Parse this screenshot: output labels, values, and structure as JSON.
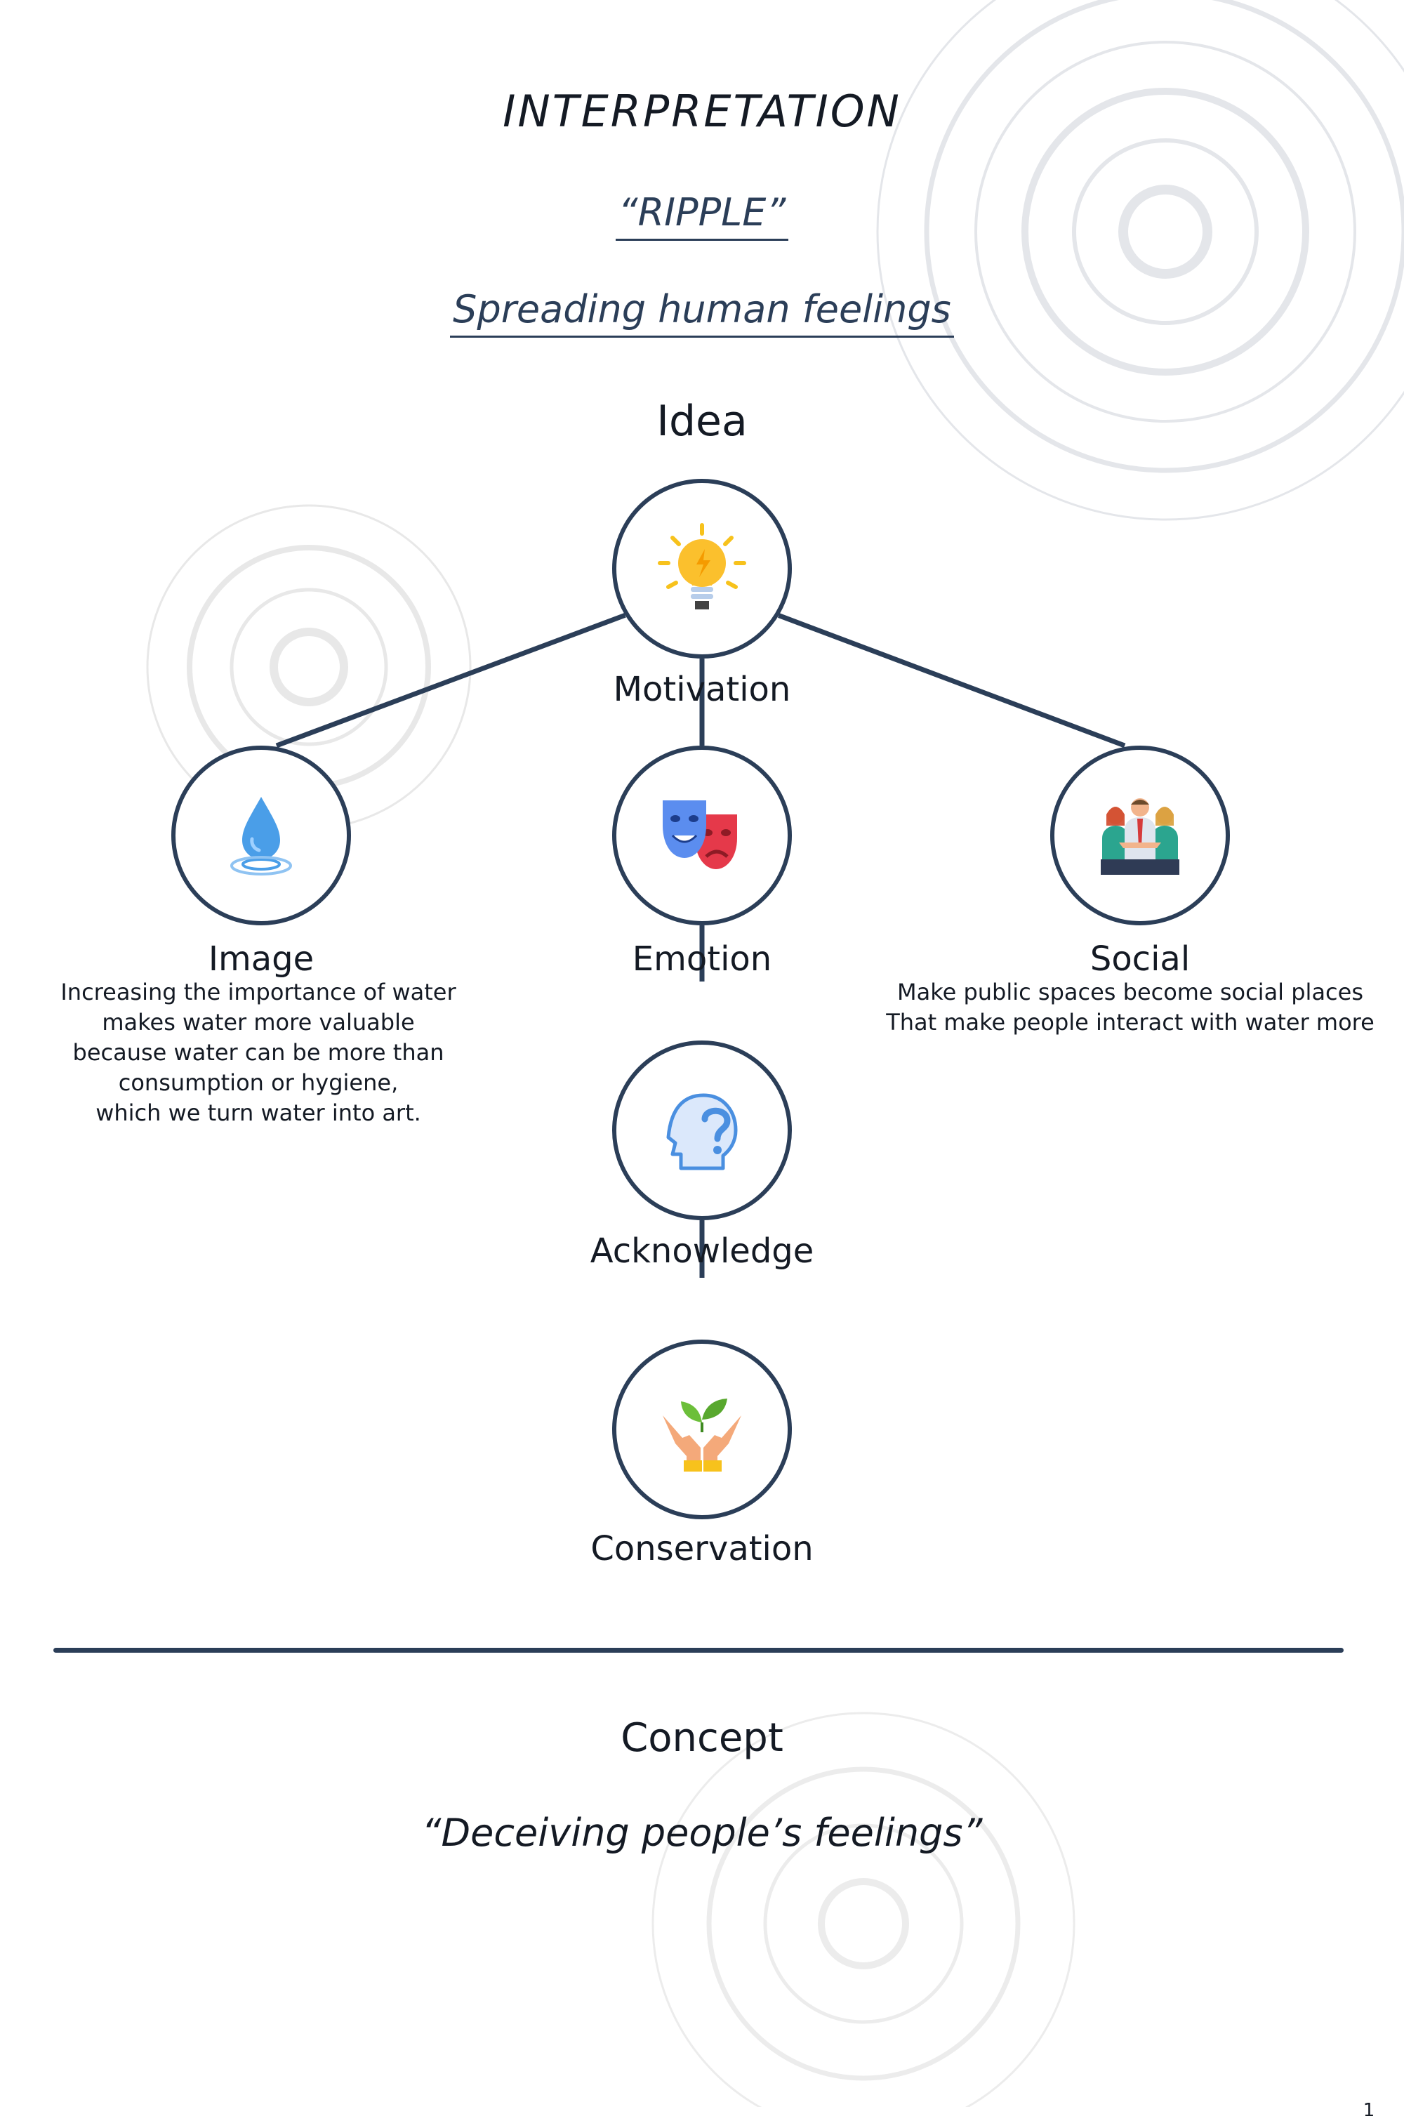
{
  "page": {
    "title": "INTERPRETATION",
    "subtitle": "“RIPPLE”",
    "tagline": "Spreading human feelings",
    "page_number": "1"
  },
  "colors": {
    "accent": "#2b3e58",
    "text": "#141a24",
    "ripple": "#e6e6e6"
  },
  "diagram": {
    "header": "Idea",
    "nodes": [
      {
        "id": "motivation",
        "label": "Motivation",
        "icon": "lightbulb-icon"
      },
      {
        "id": "image",
        "label": "Image",
        "icon": "water-drop-icon",
        "description": "Increasing the importance of water\nmakes water more valuable\nbecause water can be more than\nconsumption or hygiene,\nwhich we turn water into art."
      },
      {
        "id": "emotion",
        "label": "Emotion",
        "icon": "theater-masks-icon"
      },
      {
        "id": "social",
        "label": "Social",
        "icon": "people-group-icon",
        "description": "Make public spaces become social places\nThat make people interact with water more"
      },
      {
        "id": "acknowledge",
        "label": "Acknowledge",
        "icon": "head-question-icon"
      },
      {
        "id": "conservation",
        "label": "Conservation",
        "icon": "hands-plant-icon"
      }
    ],
    "edges": [
      {
        "from": "motivation",
        "to": "image"
      },
      {
        "from": "motivation",
        "to": "emotion"
      },
      {
        "from": "motivation",
        "to": "social"
      },
      {
        "from": "emotion",
        "to": "acknowledge"
      },
      {
        "from": "acknowledge",
        "to": "conservation"
      }
    ]
  },
  "concept": {
    "heading": "Concept",
    "quote": "“Deceiving people’s feelings”"
  }
}
